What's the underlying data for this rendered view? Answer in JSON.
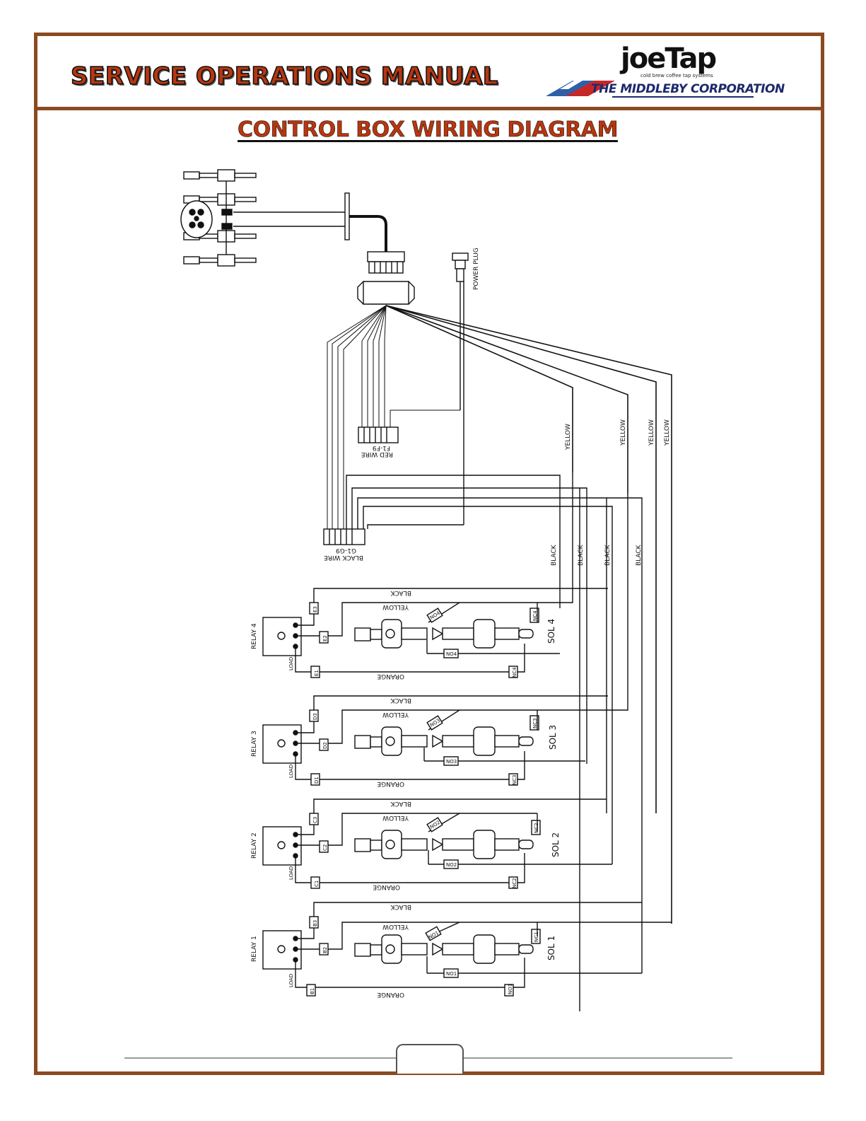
{
  "header": {
    "manual_title": "SERVICE OPERATIONS MANUAL",
    "logo": {
      "brand": "joeTap",
      "tagline": "cold brew coffee tap systems",
      "corporation": "THE MIDDLEBY CORPORATION"
    }
  },
  "page_heading": "CONTROL BOX WIRING DIAGRAM",
  "diagram": {
    "power_plug": "POWER PLUG",
    "red_wire_block": [
      "RED WIRE",
      "F1-F9"
    ],
    "black_wire_block": [
      "BLACK WIRE",
      "G1-G9"
    ],
    "wire_colors": {
      "black": "BLACK",
      "yellow": "YELLOW",
      "orange": "ORANGE"
    },
    "relay_terminal_labels": [
      "-",
      "+",
      "LOAD"
    ],
    "relay_load_label": "LOAD",
    "relays": [
      {
        "name": "RELAY 4",
        "sol": "SOL 4",
        "t1": "E1",
        "t2": "E2",
        "t3": "E3",
        "no": "NO4",
        "nc": "NC4"
      },
      {
        "name": "RELAY 3",
        "sol": "SOL 3",
        "t1": "D1",
        "t2": "D2",
        "t3": "D3",
        "no": "NO3",
        "nc": "NC3"
      },
      {
        "name": "RELAY 2",
        "sol": "SOL 2",
        "t1": "C1",
        "t2": "C2",
        "t3": "C3",
        "no": "NO2",
        "nc": "NC2"
      },
      {
        "name": "RELAY 1",
        "sol": "SOL 1",
        "t1": "B1",
        "t2": "B2",
        "t3": "B3",
        "no": "NO1",
        "nc": "NC1"
      }
    ]
  },
  "colors": {
    "frame": "#8b4a1f",
    "title": "#b8360f",
    "corp": "#1c2a6b",
    "line": "#111111"
  }
}
